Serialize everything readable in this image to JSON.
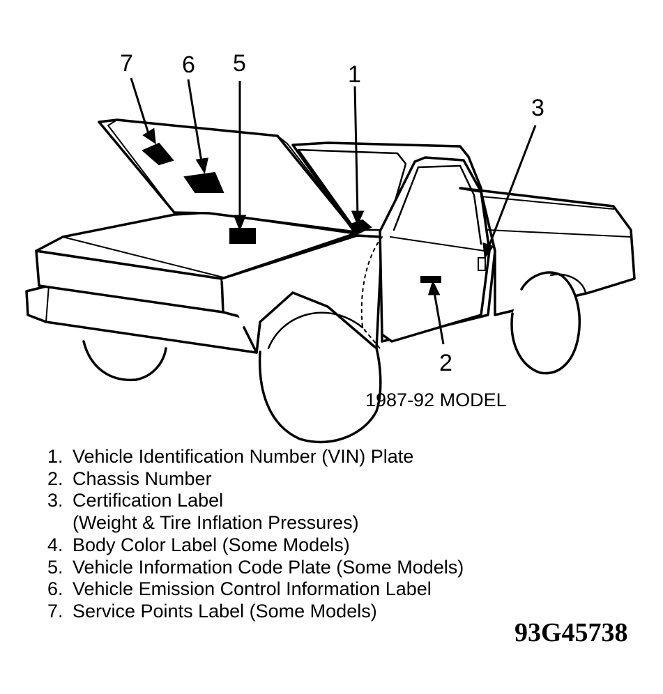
{
  "callouts": {
    "c1": "1",
    "c2": "2",
    "c3": "3",
    "c5": "5",
    "c6": "6",
    "c7": "7"
  },
  "model_label": "1987-92 MODEL",
  "legend": [
    {
      "num": "1.",
      "text": "Vehicle Identification Number (VIN) Plate"
    },
    {
      "num": "2.",
      "text": "Chassis Number"
    },
    {
      "num": "3.",
      "text": "Certification Label",
      "cont": "(Weight & Tire Inflation Pressures)"
    },
    {
      "num": "4.",
      "text": "Body Color Label (Some Models)"
    },
    {
      "num": "5.",
      "text": "Vehicle Information Code Plate (Some Models)"
    },
    {
      "num": "6.",
      "text": "Vehicle Emission Control Information Label"
    },
    {
      "num": "7.",
      "text": "Service Points Label (Some Models)"
    }
  ],
  "figure_code": "93G45738"
}
